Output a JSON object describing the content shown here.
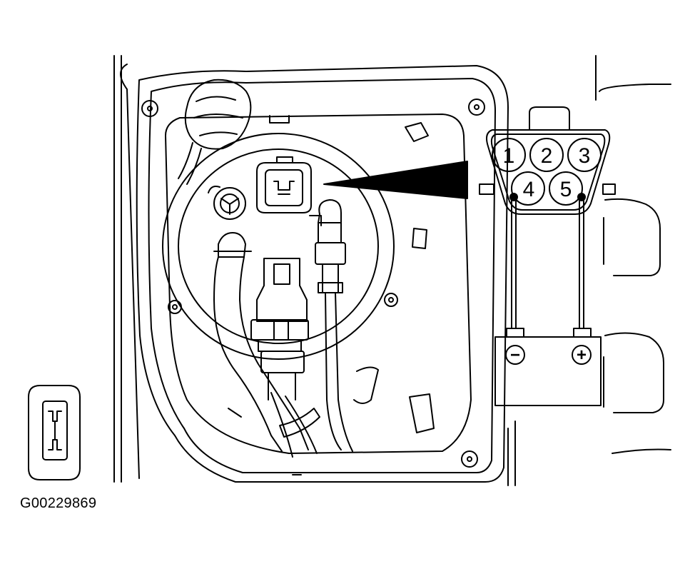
{
  "figure_code": "G00229869",
  "connector_pins": [
    "1",
    "2",
    "3",
    "4",
    "5"
  ],
  "battery": {
    "negative_symbol": "−",
    "positive_symbol": "+"
  },
  "colors": {
    "ink": "#000000",
    "paper": "#ffffff"
  }
}
